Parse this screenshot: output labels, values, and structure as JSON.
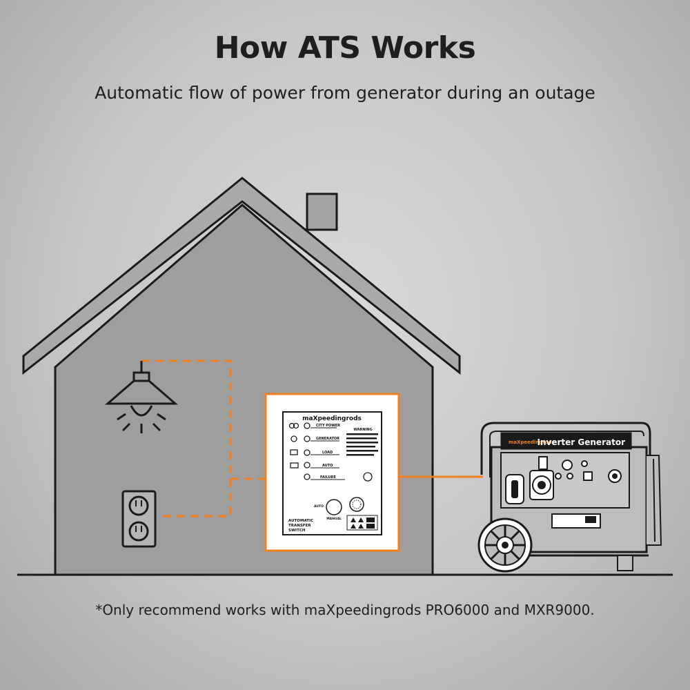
{
  "header": {
    "title": "How ATS Works",
    "subtitle": "Automatic flow of power from generator during an outage"
  },
  "ats_panel": {
    "brand": "maXpeedingrods",
    "warning_label": "WARNING",
    "indicators": [
      "CITY POWER",
      "GENERATOR",
      "LOAD",
      "AUTO",
      "FAILURE"
    ],
    "knob_label_auto": "AUTO",
    "knob_label_manual": "MANUAL",
    "device_name": [
      "AUTOMATIC",
      "TRANSFER",
      "SWITCH"
    ]
  },
  "generator": {
    "brand": "maXpeedingrods",
    "model_label": "Inverter Generator"
  },
  "footnote": "*Only recommend works with maXpeedingrods PRO6000 and MXR9000.",
  "colors": {
    "line": "#1a1a1a",
    "power_flow": "#f0801e",
    "house_fill": "#9e9e9e",
    "panel_fill": "#ffffff"
  }
}
